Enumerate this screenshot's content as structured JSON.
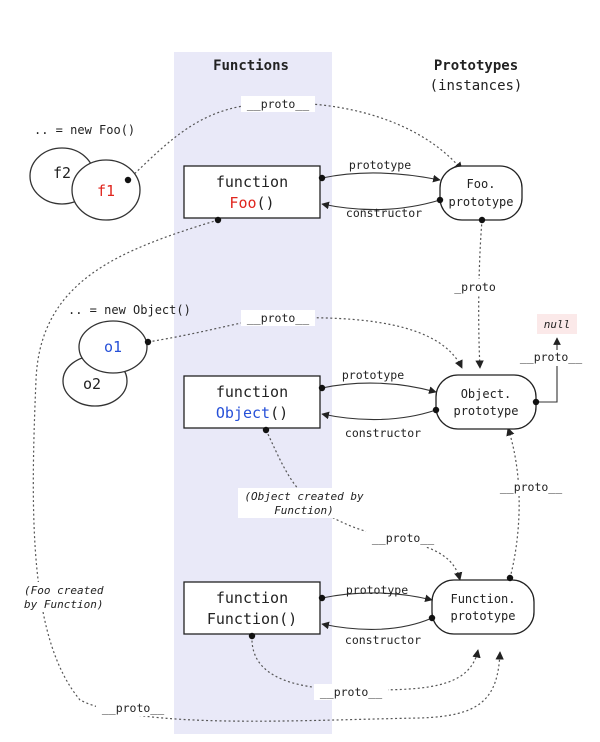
{
  "headers": {
    "functions": "Functions",
    "prototypes": "Prototypes",
    "prototypes_sub": "(instances)"
  },
  "instances": {
    "foo_caption": ".. = new Foo()",
    "f1": "f1",
    "f2": "f2",
    "object_caption": ".. = new Object()",
    "o1": "o1",
    "o2": "o2"
  },
  "functions": {
    "keyword": "function",
    "foo_name": "Foo",
    "object_name": "Object",
    "function_name": "Function()",
    "parens": "()"
  },
  "prototypes": {
    "foo_line1": "Foo.",
    "foo_line2": "prototype",
    "object_line1": "Object.",
    "object_line2": "prototype",
    "function_line1": "Function.",
    "function_line2": "prototype",
    "null": "null"
  },
  "links": {
    "proto": "__proto__",
    "proto_short": "_proto",
    "prototype": "prototype",
    "constructor": "constructor"
  },
  "notes": {
    "object_created_1": "(Object created by",
    "object_created_2": "Function)",
    "foo_created_1": "(Foo created",
    "foo_created_2": "by Function)"
  },
  "colors": {
    "functions_band": "#e9e9f8",
    "foo_name": "#e0261e",
    "object_name": "#2650d8",
    "null_bg": "#fbe9e9"
  }
}
